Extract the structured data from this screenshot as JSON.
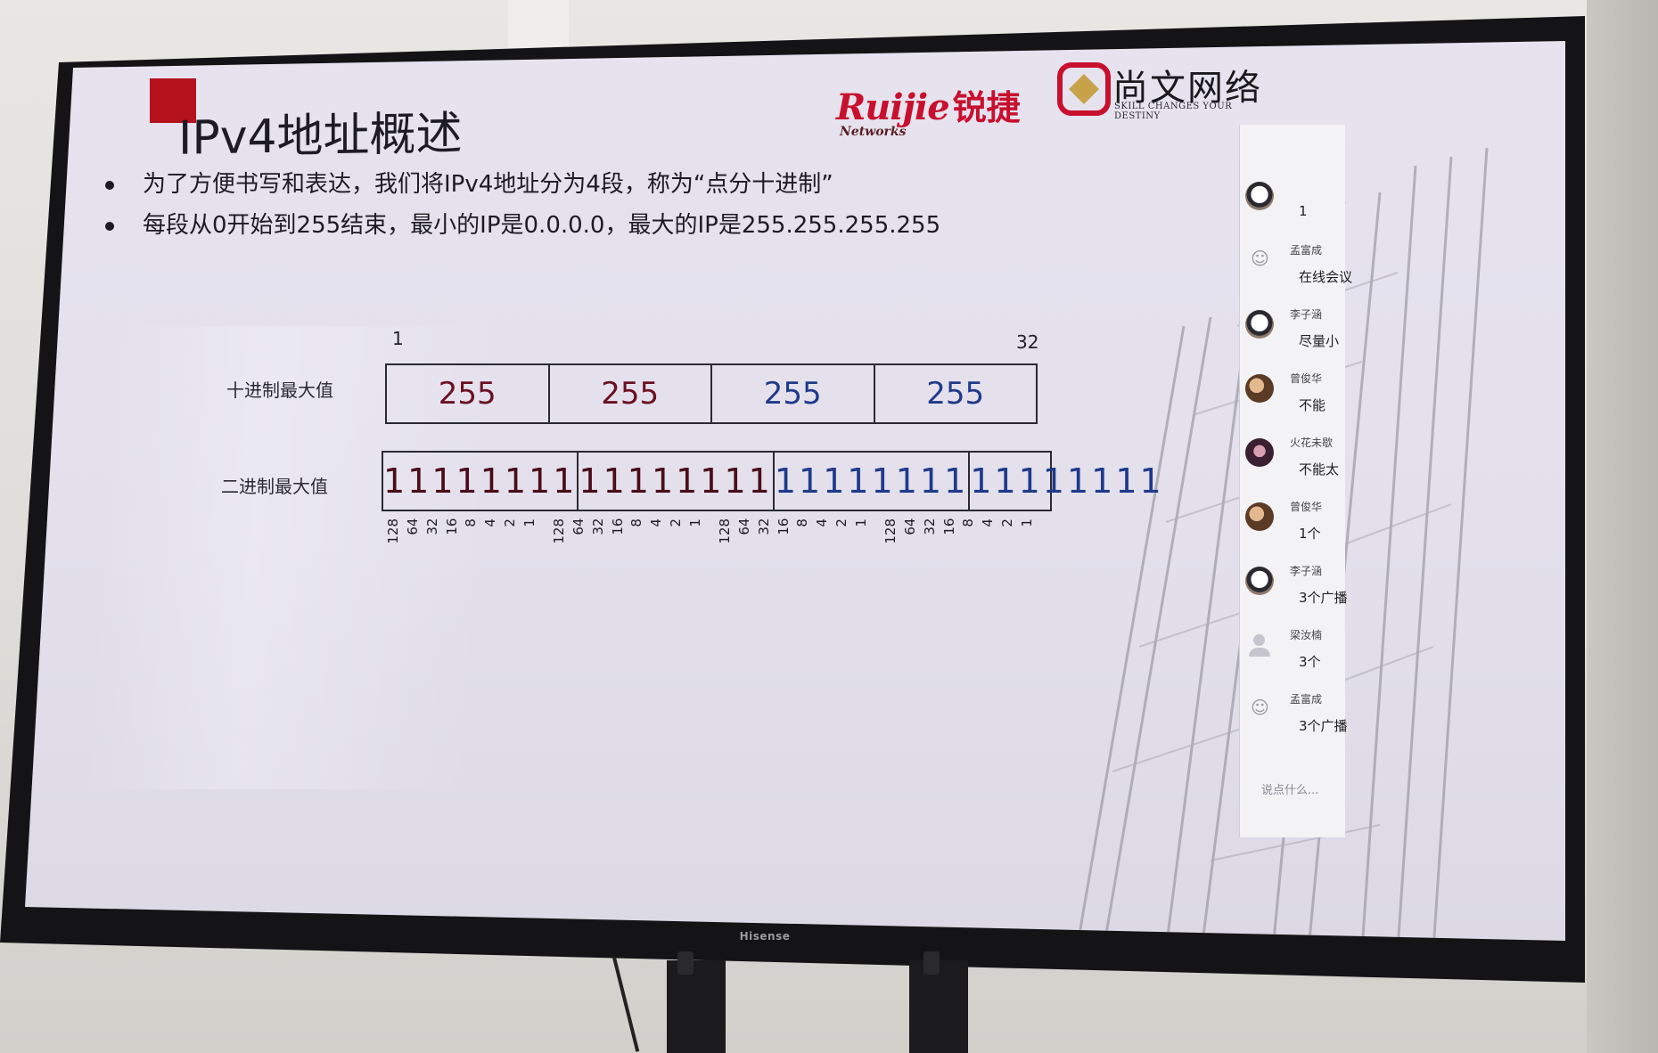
{
  "tv": {
    "brand": "Hisense"
  },
  "slide": {
    "title": "IPv4地址概述",
    "logos": {
      "ruijie_brand": "Ruijie",
      "ruijie_cn": "锐捷",
      "ruijie_sub": "Networks",
      "shangwen_name": "尚文网络",
      "shangwen_slogan": "SKILL CHANGES YOUR DESTINY"
    },
    "bullets": [
      "为了方便书写和表达，我们将IPv4地址分为4段，称为“点分十进制”",
      "每段从0开始到255结束，最小的IP是0.0.0.0，最大的IP是255.255.255.255"
    ],
    "bit_start": "1",
    "bit_end": "32",
    "rows": {
      "decimal_label": "十进制最大值",
      "binary_label": "二进制最大值"
    },
    "decimal_values": [
      "255",
      "255",
      "255",
      "255"
    ],
    "binary_values": [
      "11111111",
      "11111111",
      "11111111",
      "11111111"
    ],
    "bit_weights": [
      "128",
      "64",
      "32",
      "16",
      "8",
      "4",
      "2",
      "1"
    ],
    "colors": {
      "accent_red": "#b5121b",
      "octet_dark_red": "#6b1020",
      "octet_blue": "#1f3a8a"
    }
  },
  "chat": {
    "messages": [
      {
        "name": "",
        "text": "1",
        "avatar": "cartoon"
      },
      {
        "name": "孟富成",
        "text": "在线会议",
        "avatar": "smile"
      },
      {
        "name": "李子涵",
        "text": "尽量小",
        "avatar": "cartoon"
      },
      {
        "name": "曾俊华",
        "text": "不能",
        "avatar": "photo"
      },
      {
        "name": "火花未歇",
        "text": "不能太",
        "avatar": "photo2"
      },
      {
        "name": "曾俊华",
        "text": "1个",
        "avatar": "photo"
      },
      {
        "name": "李子涵",
        "text": "3个广播",
        "avatar": "cartoon"
      },
      {
        "name": "梁汝楠",
        "text": "3个",
        "avatar": "person"
      },
      {
        "name": "孟富成",
        "text": "3个广播",
        "avatar": "smile"
      }
    ],
    "input_placeholder": "说点什么..."
  }
}
